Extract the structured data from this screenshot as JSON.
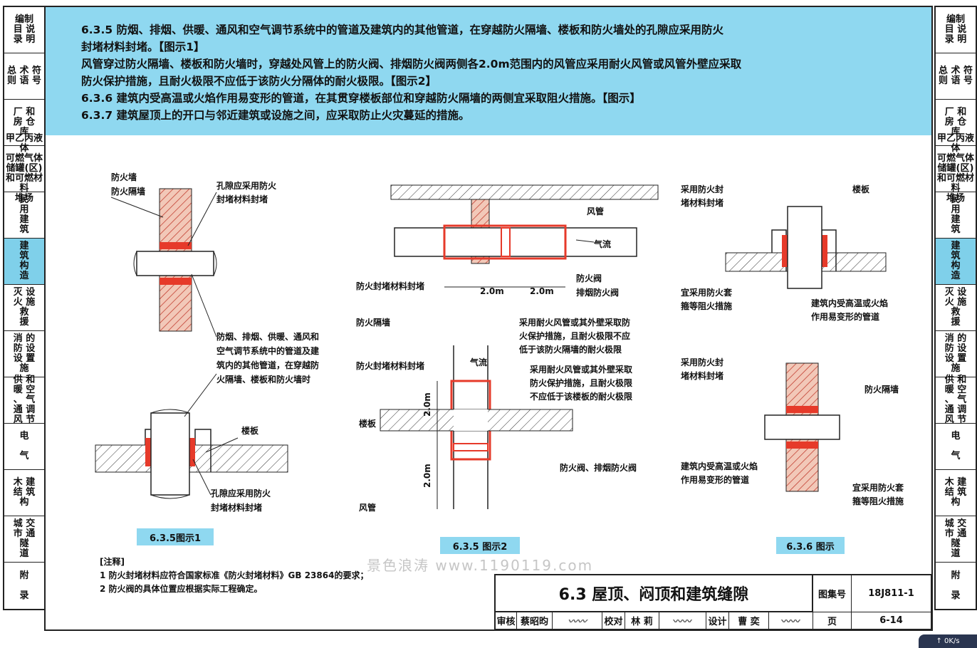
{
  "left_tabs": [
    {
      "label": "编制\n目 说\n录 明",
      "active": false
    },
    {
      "label": "总 术 符\n则 语 号",
      "active": false
    },
    {
      "label": "厂 和\n房 仓\n  库",
      "active": false
    },
    {
      "label": "甲乙丙液体\n可燃气体\n储罐(区)\n和可燃材料\n堆场",
      "active": false
    },
    {
      "label": "民\n用\n建\n筑",
      "active": false
    },
    {
      "label": "建\n筑\n构\n造",
      "active": true
    },
    {
      "label": "灭 设\n火 施\n救\n援",
      "active": false
    },
    {
      "label": "消 的\n防 设\n设 置\n施",
      "active": false
    },
    {
      "label": "供 和\n暖 空\n、 气\n通 调\n风 节",
      "active": false
    },
    {
      "label": "电\n\n气",
      "active": false
    },
    {
      "label": "木 建\n结 筑\n构",
      "active": false
    },
    {
      "label": "城 交\n市 通\n  隧\n  道",
      "active": false
    },
    {
      "label": "附\n\n录",
      "active": false
    }
  ],
  "right_tabs": [
    {
      "label": "编制\n目 说\n录 明",
      "active": false
    },
    {
      "label": "总 术 符\n则 语 号",
      "active": false
    },
    {
      "label": "厂 和\n房 仓\n  库",
      "active": false
    },
    {
      "label": "甲乙丙液体\n可燃气体\n储罐(区)\n和可燃材料\n堆场",
      "active": false
    },
    {
      "label": "民\n用\n建\n筑",
      "active": false
    },
    {
      "label": "建\n筑\n构\n造",
      "active": true
    },
    {
      "label": "灭 设\n火 施\n救\n援",
      "active": false
    },
    {
      "label": "消 的\n防 设\n设 置\n施",
      "active": false
    },
    {
      "label": "供 和\n暖 空\n、 气\n通 调\n风 节",
      "active": false
    },
    {
      "label": "电\n\n气",
      "active": false
    },
    {
      "label": "木 建\n结 筑\n构",
      "active": false
    },
    {
      "label": "城 交\n市 通\n  隧\n  道",
      "active": false
    },
    {
      "label": "附\n\n录",
      "active": false
    }
  ],
  "text_lines": [
    "6.3.5  防烟、排烟、供暖、通风和空气调节系统中的管道及建筑内的其他管道，在穿越防火隔墙、楼板和防火墙处的孔隙应采用防火",
    "封堵材料封堵。【图示1】",
    "    风管穿过防火隔墙、楼板和防火墙时，穿越处风管上的防火阀、排烟防火阀两侧各2.0m范围内的风管应采用耐火风管或风管外壁应采取",
    "防火保护措施，且耐火极限不应低于该防火分隔体的耐火极限。【图示2】",
    "6.3.6  建筑内受高温或火焰作用易变形的管道，在其贯穿楼板部位和穿越防火隔墙的两侧宜采取阻火措施。【图示】",
    "6.3.7  建筑屋顶上的开口与邻近建筑或设施之间，应采取防止火灾蔓延的措施。"
  ],
  "fig1": {
    "label_wall_1": "防火墙",
    "label_wall_2": "防火隔墙",
    "label_seal_top_1": "孔隙应采用防火",
    "label_seal_top_2": "封堵材料封堵",
    "label_pipes": [
      "防烟、排烟、供暖、通风和",
      "空气调节系统中的管道及建",
      "筑内的其他管道，在穿越防",
      "火隔墙、楼板和防火墙时"
    ],
    "label_slab": "楼板",
    "label_seal_bot_1": "孔隙应采用防火",
    "label_seal_bot_2": "封堵材料封堵",
    "caption": "6.3.5图示1"
  },
  "fig2": {
    "label_duct": "风管",
    "label_airflow": "气流",
    "label_damper_1": "防火阀",
    "label_damper_2": "排烟防火阀",
    "label_seal_top": "防火封堵材料封堵",
    "dim_left": "2.0m",
    "dim_right": "2.0m",
    "label_partition": "防火隔墙",
    "label_note_top": [
      "采用耐火风管或其外壁采取防",
      "火保护措施，且耐火极限不应",
      "低于该防火隔墙的耐火极限"
    ],
    "label_seal_mid": "防火封堵材料封堵",
    "label_airflow_v": "气流",
    "label_note_mid": [
      "采用耐火风管或其外壁采取",
      "防火保护措施，且耐火极限",
      "不应低于该楼板的耐火极限"
    ],
    "label_slab": "楼板",
    "label_dampers": "防火阀、排烟防火阀",
    "dim_v_top": "2.0m",
    "dim_v_bot": "2.0m",
    "label_duct_bottom": "风管",
    "caption": "6.3.5 图示2"
  },
  "fig3": {
    "label_seal_1": "采用防火封",
    "label_seal_2": "堵材料封堵",
    "label_slab": "楼板",
    "label_sleeve_1": "宜采用防火套",
    "label_sleeve_2": "箍等阻火措施",
    "label_pipe_1": "建筑内受高温或火焰",
    "label_pipe_2": "作用易变形的管道",
    "label_seal_b1": "采用防火封",
    "label_seal_b2": "堵材料封堵",
    "label_partition": "防火隔墙",
    "label_pipe_b1": "建筑内受高温或火焰",
    "label_pipe_b2": "作用易变形的管道",
    "label_sleeve_b1": "宜采用防火套",
    "label_sleeve_b2": "箍等阻火措施",
    "caption": "6.3.6 图示"
  },
  "notes": {
    "header": "[注释]",
    "line1": "1  防火封堵材料应符合国家标准《防火封堵材料》GB 23864的要求；",
    "line2": "2  防火阀的具体位置应根据实际工程确定。"
  },
  "watermark": "景色浪涛  www.1190119.com",
  "title_block": {
    "title": "6.3 屋顶、闷顶和建筑缝隙",
    "atlas_label": "图集号",
    "atlas_no": "18J811-1",
    "review_label": "审核",
    "reviewer": "蔡昭昀",
    "check_label": "校对",
    "checker": "林  莉",
    "design_label": "设计",
    "designer": "曹  奕",
    "page_label": "页",
    "page_no": "6-14"
  },
  "status": {
    "speed": "0K/s"
  },
  "colors": {
    "band": "#8fd8f0",
    "seal": "#e63a2a",
    "hatch": "#c0392b"
  }
}
